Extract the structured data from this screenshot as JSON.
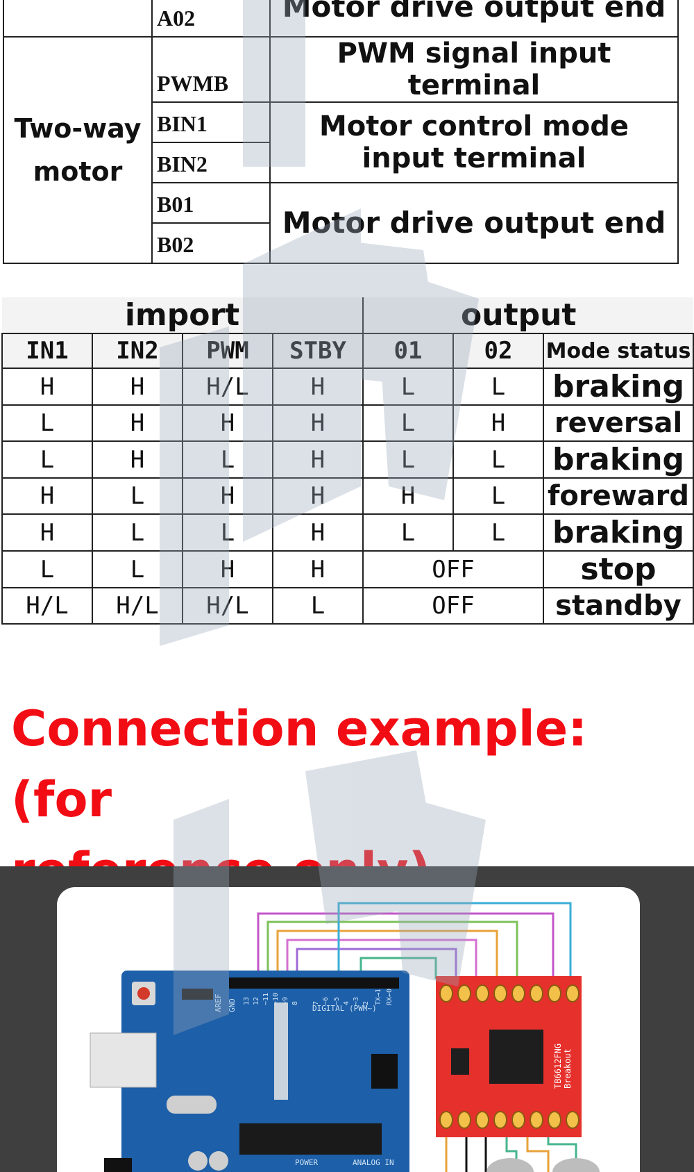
{
  "pin_table": {
    "rows": [
      {
        "group": "",
        "pin": "A02",
        "desc": "Motor drive output end"
      },
      {
        "group": "Two-way motor",
        "pin": "PWMB",
        "desc": "PWM signal input terminal"
      },
      {
        "group": "",
        "pin": "BIN1",
        "desc": "Motor control mode input terminal"
      },
      {
        "group": "",
        "pin": "BIN2",
        "desc": ""
      },
      {
        "group": "",
        "pin": "B01",
        "desc": "Motor drive output end"
      },
      {
        "group": "",
        "pin": "B02",
        "desc": ""
      }
    ],
    "group_line1": "Two-way",
    "group_line2": "motor",
    "desc_ctrl_line1": "Motor control mode",
    "desc_ctrl_line2": "input terminal"
  },
  "truth_table": {
    "import_label": "import",
    "output_label": "output",
    "columns": [
      "IN1",
      "IN2",
      "PWM",
      "STBY",
      "01",
      "02",
      "Mode status"
    ],
    "rows": [
      {
        "in1": "H",
        "in2": "H",
        "pwm": "H/L",
        "stby": "H",
        "o1": "L",
        "o2": "L",
        "mode": "braking"
      },
      {
        "in1": "L",
        "in2": "H",
        "pwm": "H",
        "stby": "H",
        "o1": "L",
        "o2": "H",
        "mode": "reversal"
      },
      {
        "in1": "L",
        "in2": "H",
        "pwm": "L",
        "stby": "H",
        "o1": "L",
        "o2": "L",
        "mode": "braking"
      },
      {
        "in1": "H",
        "in2": "L",
        "pwm": "H",
        "stby": "H",
        "o1": "H",
        "o2": "L",
        "mode": "foreward"
      },
      {
        "in1": "H",
        "in2": "L",
        "pwm": "L",
        "stby": "H",
        "o1": "L",
        "o2": "L",
        "mode": "braking"
      },
      {
        "in1": "L",
        "in2": "L",
        "pwm": "H",
        "stby": "H",
        "out": "OFF",
        "mode": "stop"
      },
      {
        "in1": "H/L",
        "in2": "H/L",
        "pwm": "H/L",
        "stby": "L",
        "out": "OFF",
        "mode": "standby"
      }
    ]
  },
  "connection": {
    "title_line1": "Connection example: (for",
    "title_line2": "reference only)",
    "title_color": "#f20c14"
  },
  "board": {
    "aref": "AREF",
    "gnd": "GND",
    "digital": "DIGITAL (PWM~)",
    "power": "POWER",
    "analog": "ANALOG IN",
    "pins": [
      "13",
      "12",
      "~11",
      "~10",
      "~9",
      "8",
      "7",
      "~6",
      "~5",
      "4",
      "~3",
      "2",
      "TX→1",
      "RX←0"
    ],
    "driver_label_1": "TB6612FNG",
    "driver_label_2": "Breakout"
  },
  "colors": {
    "board_blue": "#1d5fa8",
    "driver_red": "#e5302c",
    "watermark": "#9aa9bb",
    "photo_bg": "#3f3f3f"
  }
}
